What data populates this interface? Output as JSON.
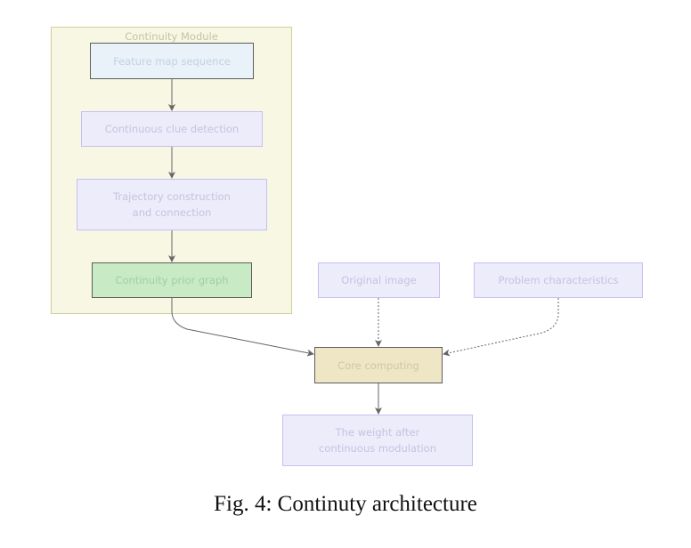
{
  "group": {
    "title": "Continuity Module"
  },
  "nodes": {
    "feature_map": {
      "lines": [
        "Feature map sequence"
      ]
    },
    "clue_detection": {
      "lines": [
        "Continuous clue detection"
      ]
    },
    "trajectory": {
      "lines": [
        "Trajectory construction",
        "and connection"
      ]
    },
    "prior_graph": {
      "lines": [
        "Continuity prior graph"
      ]
    },
    "original_image": {
      "lines": [
        "Original image"
      ]
    },
    "problem": {
      "lines": [
        "Problem characteristics"
      ]
    },
    "core": {
      "lines": [
        "Core computing"
      ]
    },
    "weight": {
      "lines": [
        "The weight after",
        "continuous modulation"
      ]
    }
  },
  "edges": [
    {
      "from": "feature_map",
      "to": "clue_detection",
      "style": "solid"
    },
    {
      "from": "clue_detection",
      "to": "trajectory",
      "style": "solid"
    },
    {
      "from": "trajectory",
      "to": "prior_graph",
      "style": "solid"
    },
    {
      "from": "prior_graph",
      "to": "core",
      "style": "solid"
    },
    {
      "from": "original_image",
      "to": "core",
      "style": "dotted"
    },
    {
      "from": "problem",
      "to": "core",
      "style": "dotted"
    },
    {
      "from": "core",
      "to": "weight",
      "style": "solid"
    }
  ],
  "caption": "Fig. 4: Continuty architecture"
}
